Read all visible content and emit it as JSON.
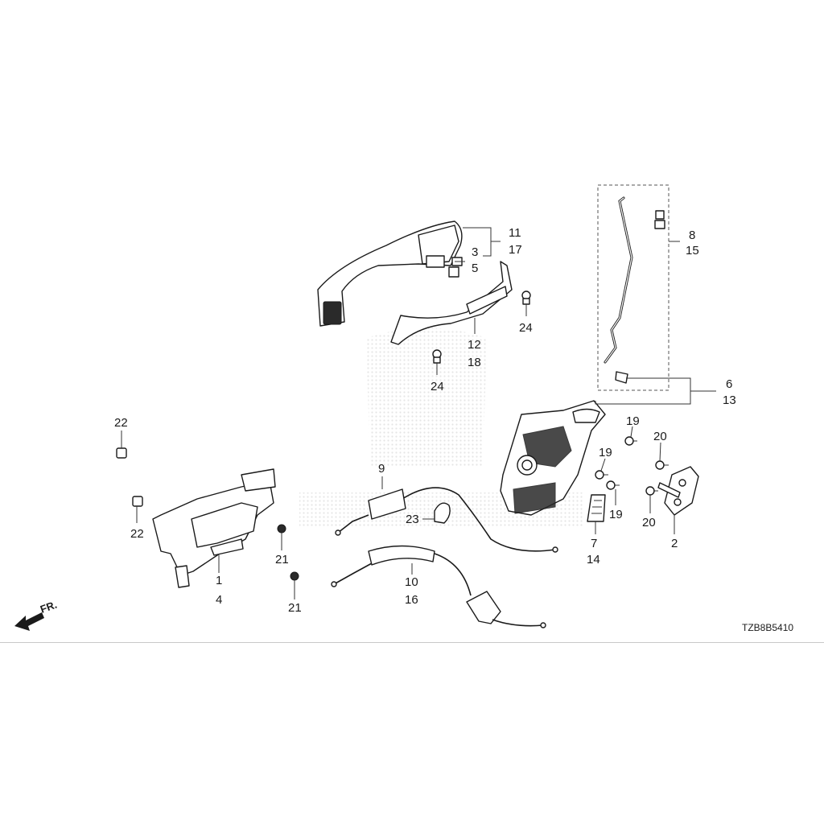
{
  "diagram": {
    "drawing_code": "TZB8B5410",
    "front_marker": "FR.",
    "callouts": [
      {
        "id": "c1",
        "text": "1"
      },
      {
        "id": "c4",
        "text": "4"
      },
      {
        "id": "c2",
        "text": "2"
      },
      {
        "id": "c3",
        "text": "3"
      },
      {
        "id": "c5",
        "text": "5"
      },
      {
        "id": "c6",
        "text": "6"
      },
      {
        "id": "c13",
        "text": "13"
      },
      {
        "id": "c7",
        "text": "7"
      },
      {
        "id": "c14",
        "text": "14"
      },
      {
        "id": "c8",
        "text": "8"
      },
      {
        "id": "c15",
        "text": "15"
      },
      {
        "id": "c9",
        "text": "9"
      },
      {
        "id": "c10",
        "text": "10"
      },
      {
        "id": "c16",
        "text": "16"
      },
      {
        "id": "c11",
        "text": "11"
      },
      {
        "id": "c17",
        "text": "17"
      },
      {
        "id": "c12",
        "text": "12"
      },
      {
        "id": "c18",
        "text": "18"
      },
      {
        "id": "c19a",
        "text": "19"
      },
      {
        "id": "c19b",
        "text": "19"
      },
      {
        "id": "c19c",
        "text": "19"
      },
      {
        "id": "c20a",
        "text": "20"
      },
      {
        "id": "c20b",
        "text": "20"
      },
      {
        "id": "c21a",
        "text": "21"
      },
      {
        "id": "c21b",
        "text": "21"
      },
      {
        "id": "c22a",
        "text": "22"
      },
      {
        "id": "c22b",
        "text": "22"
      },
      {
        "id": "c23",
        "text": "23"
      },
      {
        "id": "c24a",
        "text": "24"
      },
      {
        "id": "c24b",
        "text": "24"
      }
    ]
  }
}
